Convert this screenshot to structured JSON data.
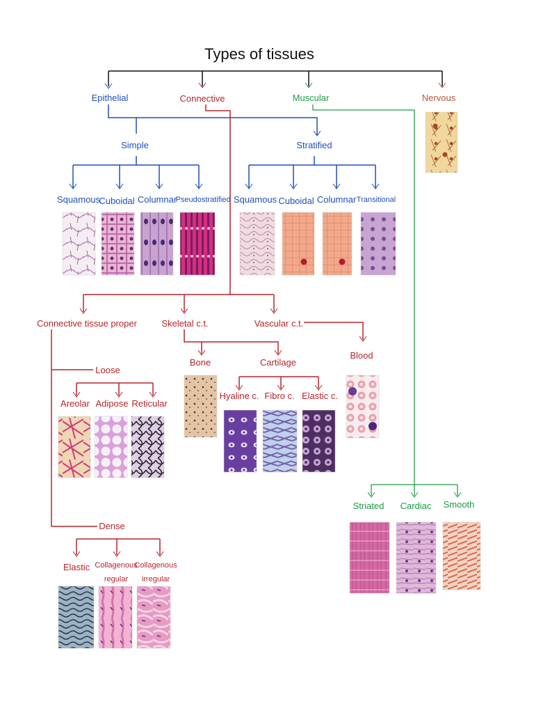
{
  "title": "Types of tissues",
  "categories": {
    "epithelial": "Epithelial",
    "connective": "Connective",
    "muscular": "Muscular",
    "nervous": "Nervous"
  },
  "epithelial": {
    "simple": "Simple",
    "stratified": "Stratified",
    "simple_types": [
      "Squamous",
      "Cuboidal",
      "Columnar",
      "Pseudostratified"
    ],
    "stratified_types": [
      "Squamous",
      "Cuboidal",
      "Columnar",
      "Transitional"
    ]
  },
  "connective": {
    "proper": "Connective tissue proper",
    "skeletal": "Skeletal c.t.",
    "vascular": "Vascular c.t.",
    "loose": "Loose",
    "loose_types": [
      "Areolar",
      "Adipose",
      "Reticular"
    ],
    "dense": "Dense",
    "dense_types": {
      "elastic": "Elastic",
      "regular_1": "Collagenous",
      "regular_2": "regular",
      "irregular_1": "Collagenous",
      "irregular_2": "irregular"
    },
    "bone": "Bone",
    "cartilage": "Cartilage",
    "cartilage_types": [
      "Hyaline c.",
      "Fibro c.",
      "Elastic c."
    ],
    "blood": "Blood"
  },
  "muscular": {
    "types": [
      "Striated",
      "Cardiac",
      "Smooth"
    ]
  },
  "colors": {
    "black": "#111111",
    "blue": "#1f4fb5",
    "red": "#b8232a",
    "green": "#1c9a44",
    "nervous": "#b5553a"
  }
}
